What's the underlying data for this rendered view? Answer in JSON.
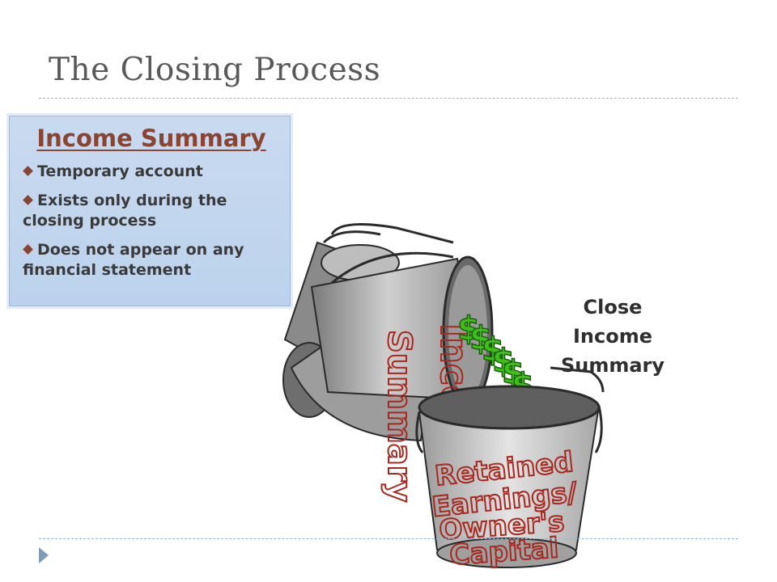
{
  "slide": {
    "title": "The Closing Process"
  },
  "income_box": {
    "heading": "Income Summary",
    "bullets": [
      "Temporary account",
      "Exists only during the closing process",
      "Does not appear on any financial statement"
    ]
  },
  "close_label": {
    "lines": [
      "Close",
      "Income",
      "Summary"
    ]
  },
  "illustration": {
    "upper_bucket_text": [
      "Income",
      "Summary"
    ],
    "lower_bucket_text": [
      "Retained",
      "Earnings/",
      "Owner's",
      "Capital"
    ],
    "money_symbol": "$"
  },
  "colors": {
    "title": "#595959",
    "box_fill": "#c9daf0",
    "heading": "#8a4432",
    "bucket_text": "#a8281f",
    "dollar": "#3fbf1a"
  }
}
